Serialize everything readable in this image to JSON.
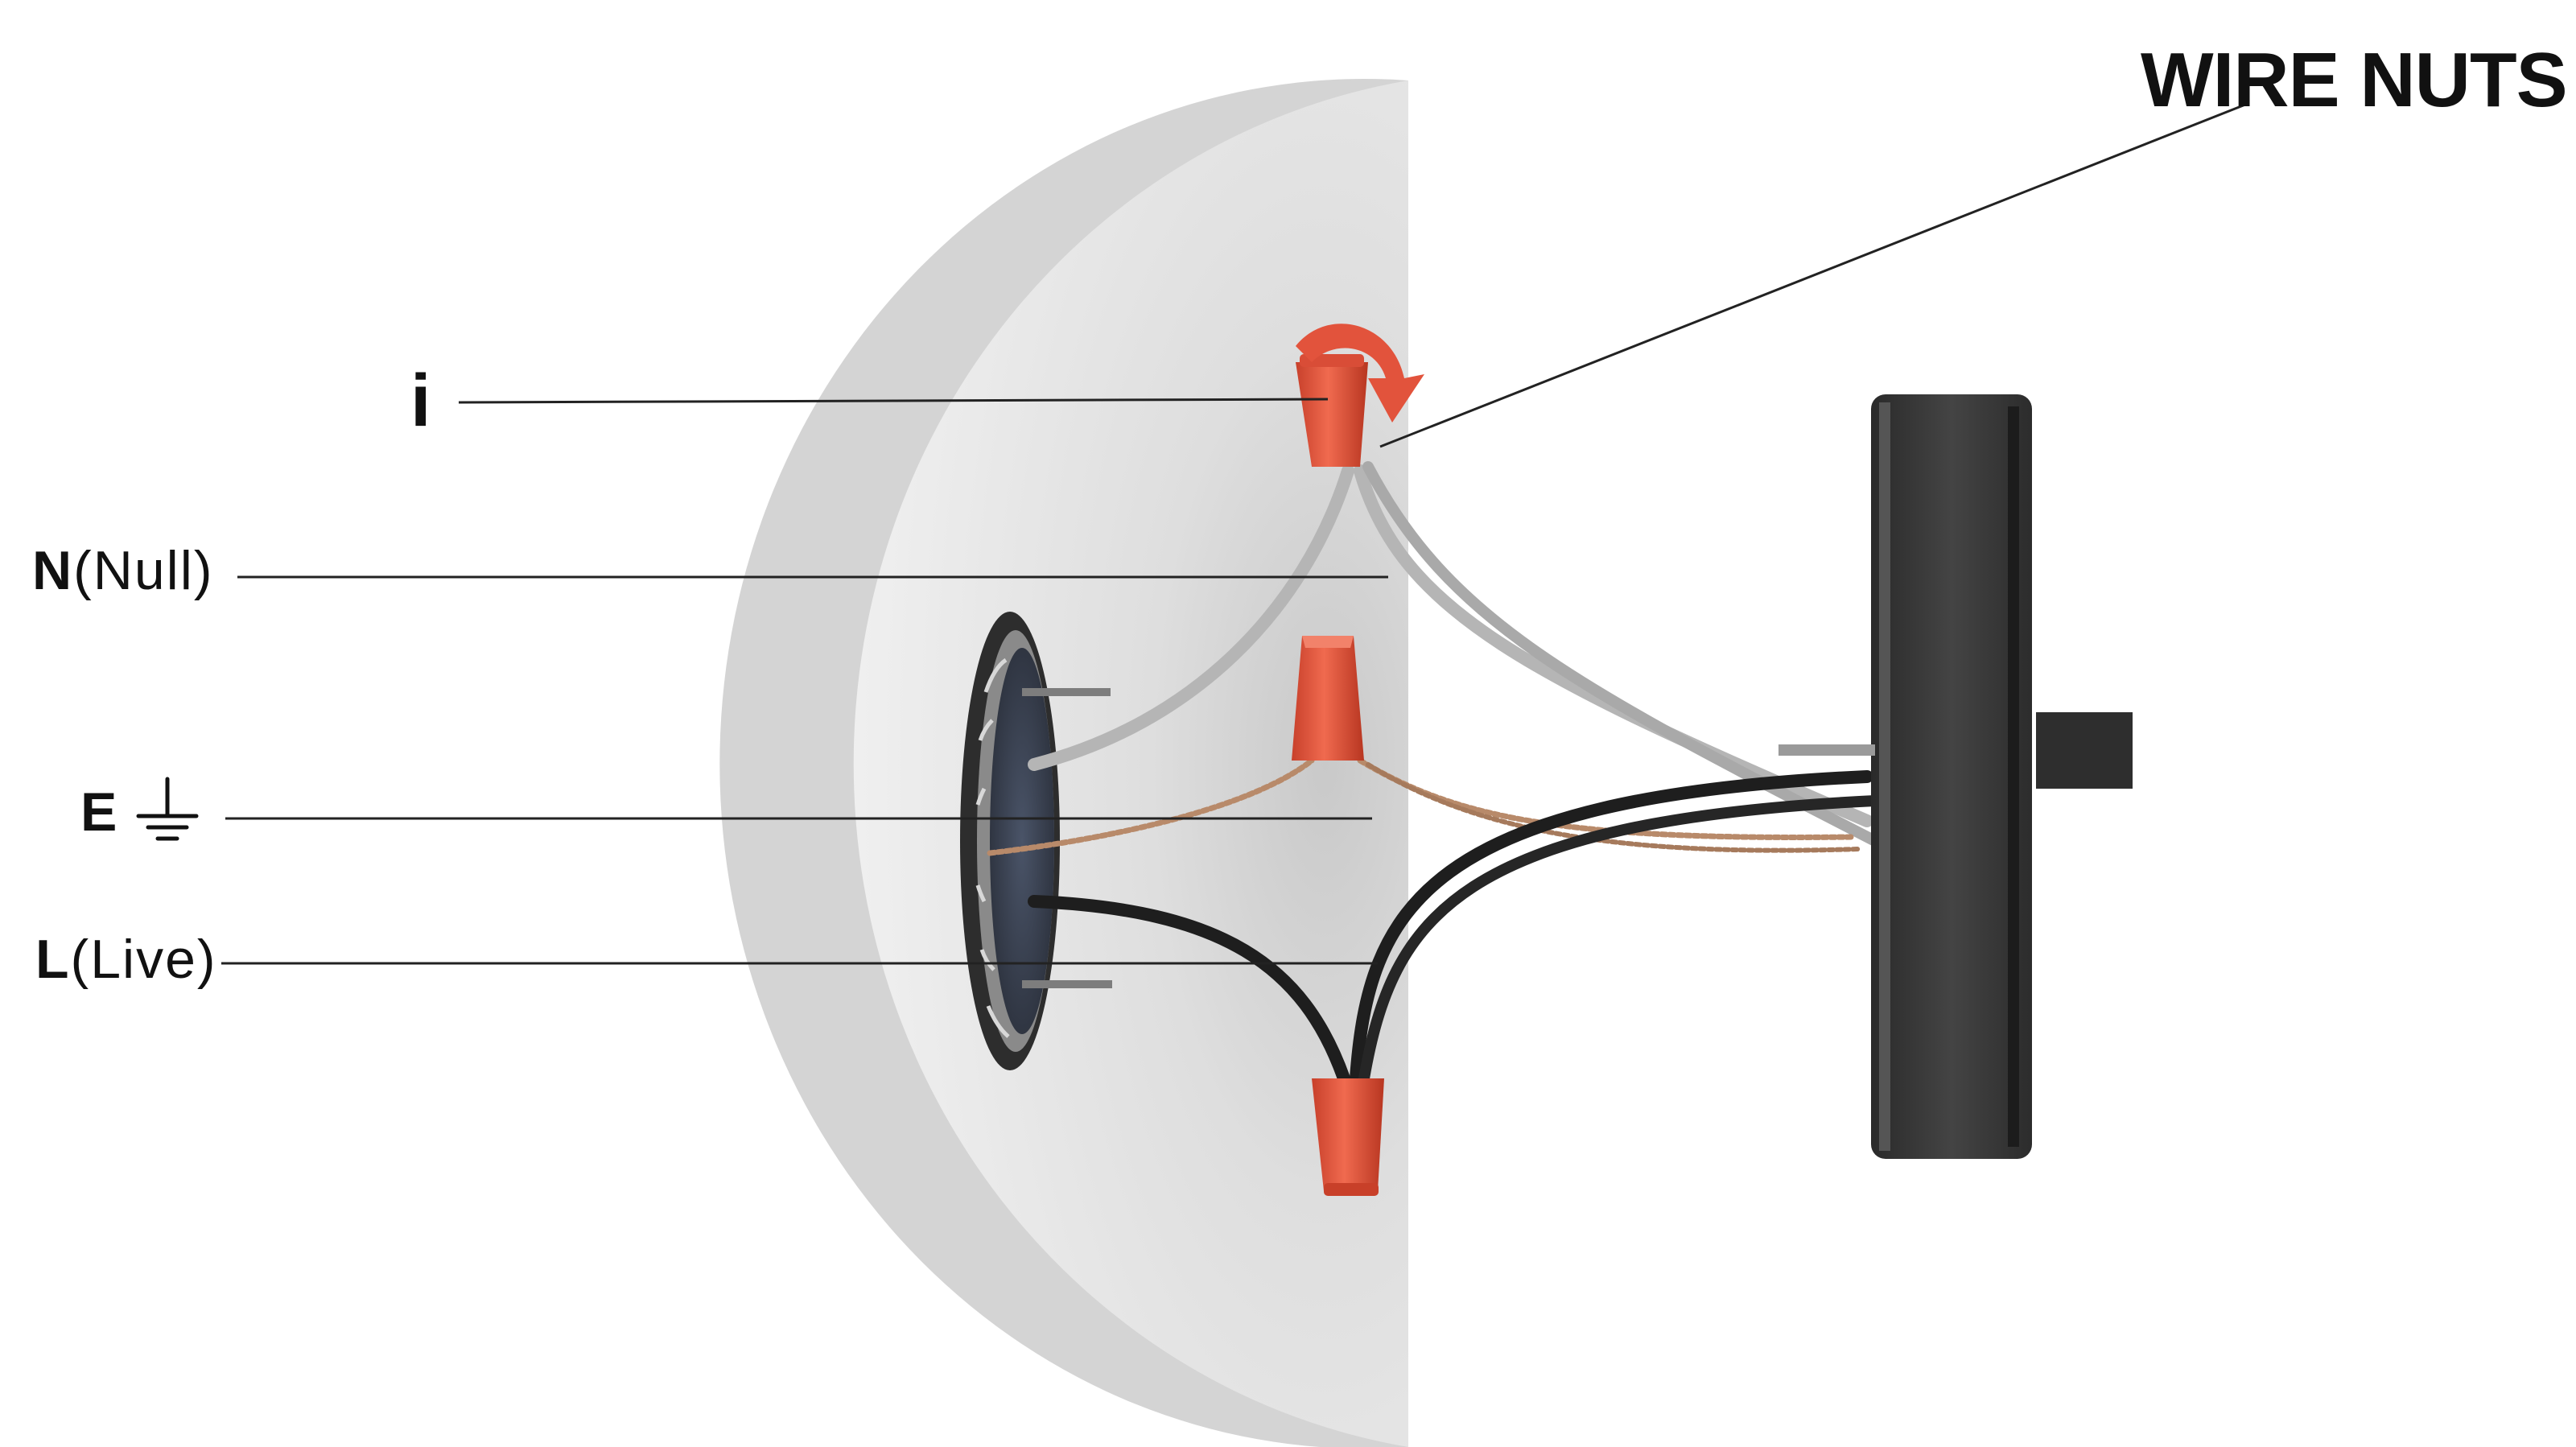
{
  "labels": {
    "wire_nuts": "WIRE NUTS",
    "twist": "i",
    "neutral_letter": "N",
    "neutral_text": "(Null)",
    "earth_letter": "E",
    "live_letter": "L",
    "live_text": "(Live)"
  },
  "icons": {
    "earth_symbol": "ground-icon",
    "twist_arrow": "rotate-arrow-icon"
  },
  "colors": {
    "wire_nut": "#e2533c",
    "neutral_wire": "#b5b5b5",
    "live_wire": "#1e1e1e",
    "earth_wire": "#b88a6a",
    "fixture": "#3a3a3a",
    "wall": "#e6e6e6"
  }
}
